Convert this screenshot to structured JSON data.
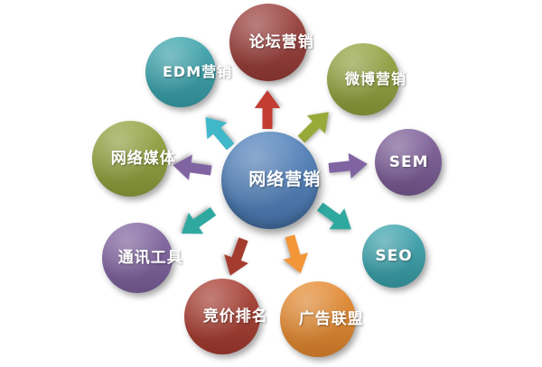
{
  "center": {
    "label": "网络营销",
    "color": "#4f81bd"
  },
  "nodes": [
    {
      "id": "forum-marketing",
      "label": "论坛营销",
      "color": "#9a3c38"
    },
    {
      "id": "weibo-marketing",
      "label": "微博营销",
      "color": "#93a33d"
    },
    {
      "id": "sem",
      "label": "SEM",
      "color": "#7c5c98"
    },
    {
      "id": "seo",
      "label": "SEO",
      "color": "#39a3ad"
    },
    {
      "id": "ad-alliance",
      "label": "广告联盟",
      "color": "#e78a2e"
    },
    {
      "id": "bidding-ranking",
      "label": "竞价排名",
      "color": "#a83b2f"
    },
    {
      "id": "im-tools",
      "label": "通讯工具",
      "color": "#7f62a0"
    },
    {
      "id": "web-media",
      "label": "网络媒体",
      "color": "#93a33d"
    },
    {
      "id": "edm-marketing",
      "label": "EDM营销",
      "color": "#39a3ad"
    }
  ],
  "arrows": [
    {
      "target": "forum-marketing",
      "direction": "up",
      "color": "#c33d32"
    },
    {
      "target": "weibo-marketing",
      "direction": "up-right",
      "color": "#97aa39"
    },
    {
      "target": "sem",
      "direction": "right",
      "color": "#8064a2"
    },
    {
      "target": "seo",
      "direction": "down-right",
      "color": "#2fa8a0"
    },
    {
      "target": "ad-alliance",
      "direction": "down",
      "color": "#f29638"
    },
    {
      "target": "bidding-ranking",
      "direction": "down-left",
      "color": "#a33b2f"
    },
    {
      "target": "im-tools",
      "direction": "down-left",
      "color": "#2fa8a0"
    },
    {
      "target": "web-media",
      "direction": "left",
      "color": "#8064a2"
    },
    {
      "target": "edm-marketing",
      "direction": "up-left",
      "color": "#40b8c9"
    }
  ]
}
